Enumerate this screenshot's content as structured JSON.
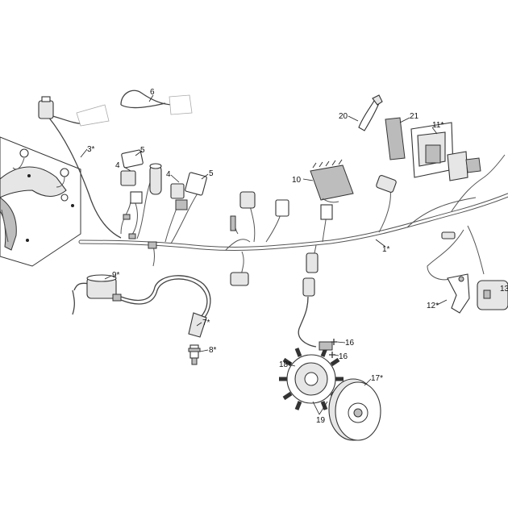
{
  "callouts": {
    "c1": "1*",
    "c3": "3*",
    "c4a": "4",
    "c4b": "4",
    "c5a": "5",
    "c5b": "5",
    "c6": "6",
    "c7": "7*",
    "c8": "8*",
    "c9": "9*",
    "c10": "10",
    "c11": "11*",
    "c12": "12*",
    "c13": "13",
    "c16a": "16",
    "c16b": "16",
    "c17": "17*",
    "c18": "18*",
    "c19": "19",
    "c20": "20",
    "c21": "21"
  }
}
